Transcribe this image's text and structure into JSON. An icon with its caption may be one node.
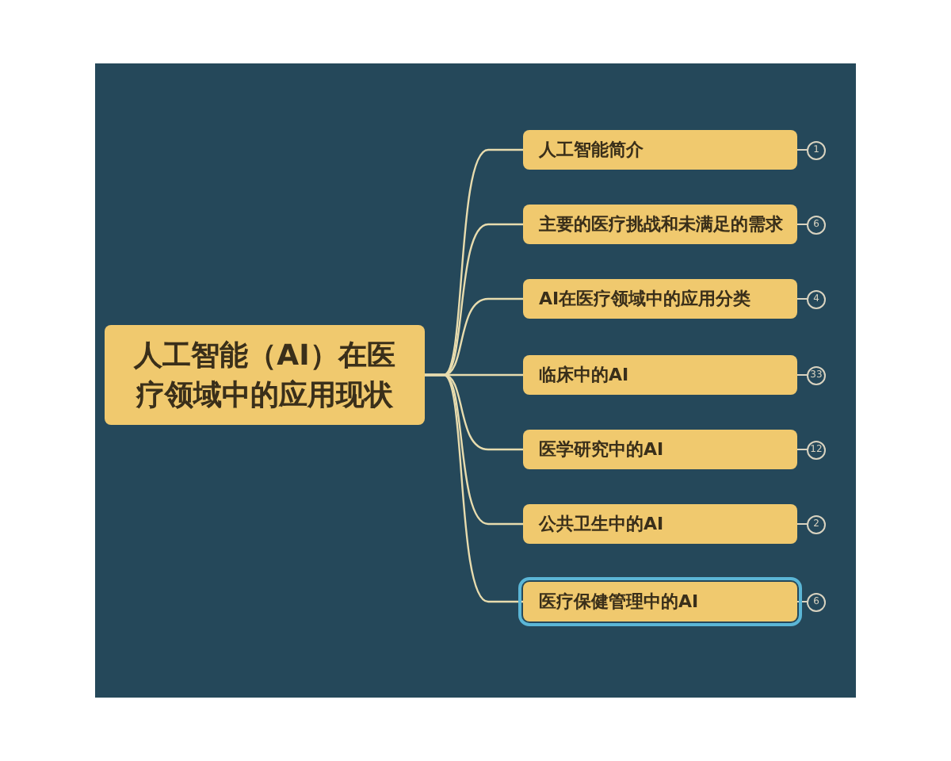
{
  "diagram": {
    "nodes": [
      {
        "text": [
          "人工智能（AI）在医疗领域中的应用现状"
        ]
      },
      {
        "text": [
          "人工智能简介"
        ],
        "beside": [
          "1"
        ]
      },
      {
        "text": [
          "主要的医疗挑战和未满足的需求"
        ],
        "beside": [
          "6"
        ]
      },
      {
        "text": [
          "AI在医疗领域中的应用分类"
        ],
        "beside": [
          "4"
        ]
      },
      {
        "text": [
          "临床中的AI"
        ],
        "beside": [
          "33"
        ]
      },
      {
        "text": [
          "医学研究中的AI"
        ],
        "beside": [
          "12"
        ]
      },
      {
        "text": [
          "公共卫生中的AI"
        ],
        "beside": [
          "2"
        ]
      },
      {
        "text": [
          "医疗保健管理中的AI"
        ],
        "beside": [
          "6"
        ]
      }
    ],
    "edges": [
      {
        "from": 0,
        "to": 1,
        "arrow": "none"
      },
      {
        "from": 0,
        "to": 2,
        "arrow": "none"
      },
      {
        "from": 0,
        "to": 3,
        "arrow": "none"
      },
      {
        "from": 0,
        "to": 4,
        "arrow": "none"
      },
      {
        "from": 0,
        "to": 5,
        "arrow": "none"
      },
      {
        "from": 0,
        "to": 6,
        "arrow": "none"
      },
      {
        "from": 0,
        "to": 7,
        "arrow": "none"
      }
    ]
  }
}
